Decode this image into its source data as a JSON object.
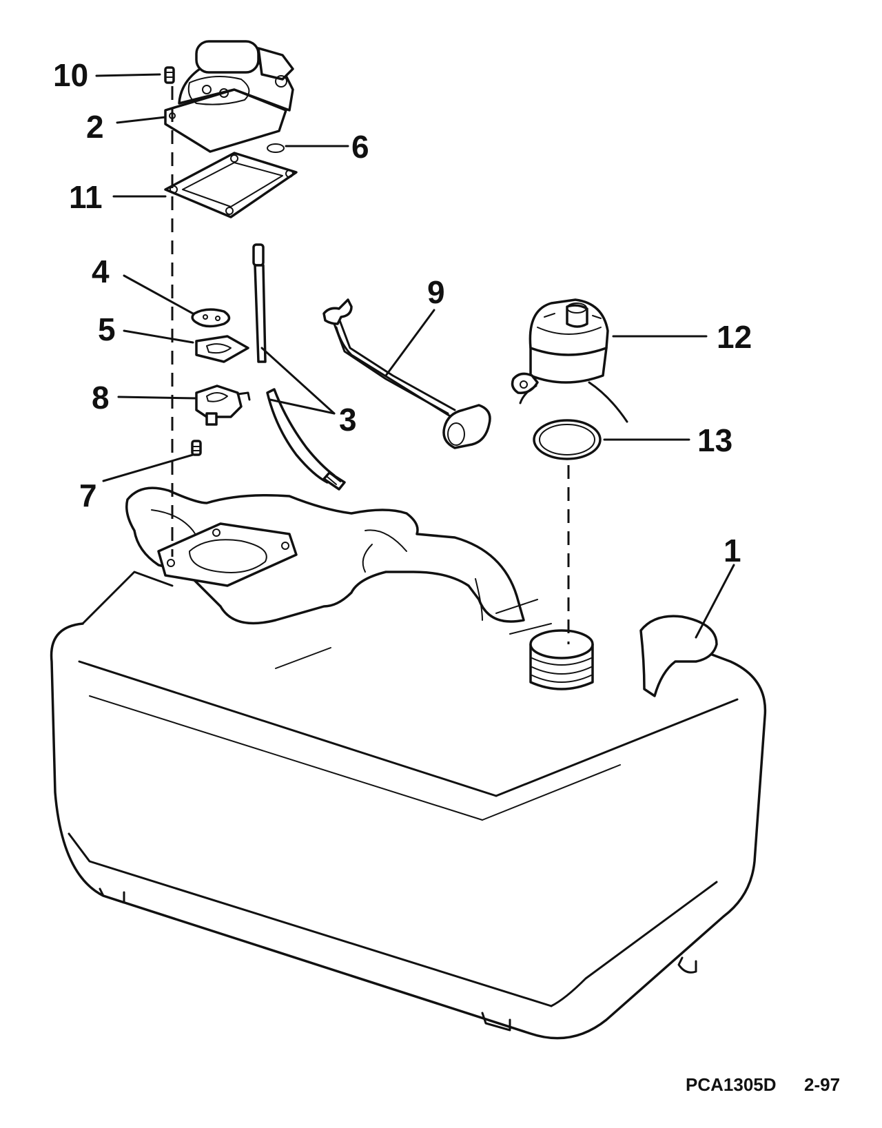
{
  "diagram": {
    "figure_code": "PCA1305D",
    "revision": "2-97",
    "callouts": {
      "c1": "1",
      "c2": "2",
      "c3": "3",
      "c4": "4",
      "c5": "5",
      "c6": "6",
      "c7": "7",
      "c8": "8",
      "c9": "9",
      "c10": "10",
      "c11": "11",
      "c12": "12",
      "c13": "13"
    }
  },
  "icons": [
    "fuel-tank",
    "pickup-cover",
    "gasket",
    "fuel-hose",
    "fuel-gauge-float",
    "filler-cap",
    "o-ring",
    "screw",
    "retainer",
    "clip"
  ]
}
